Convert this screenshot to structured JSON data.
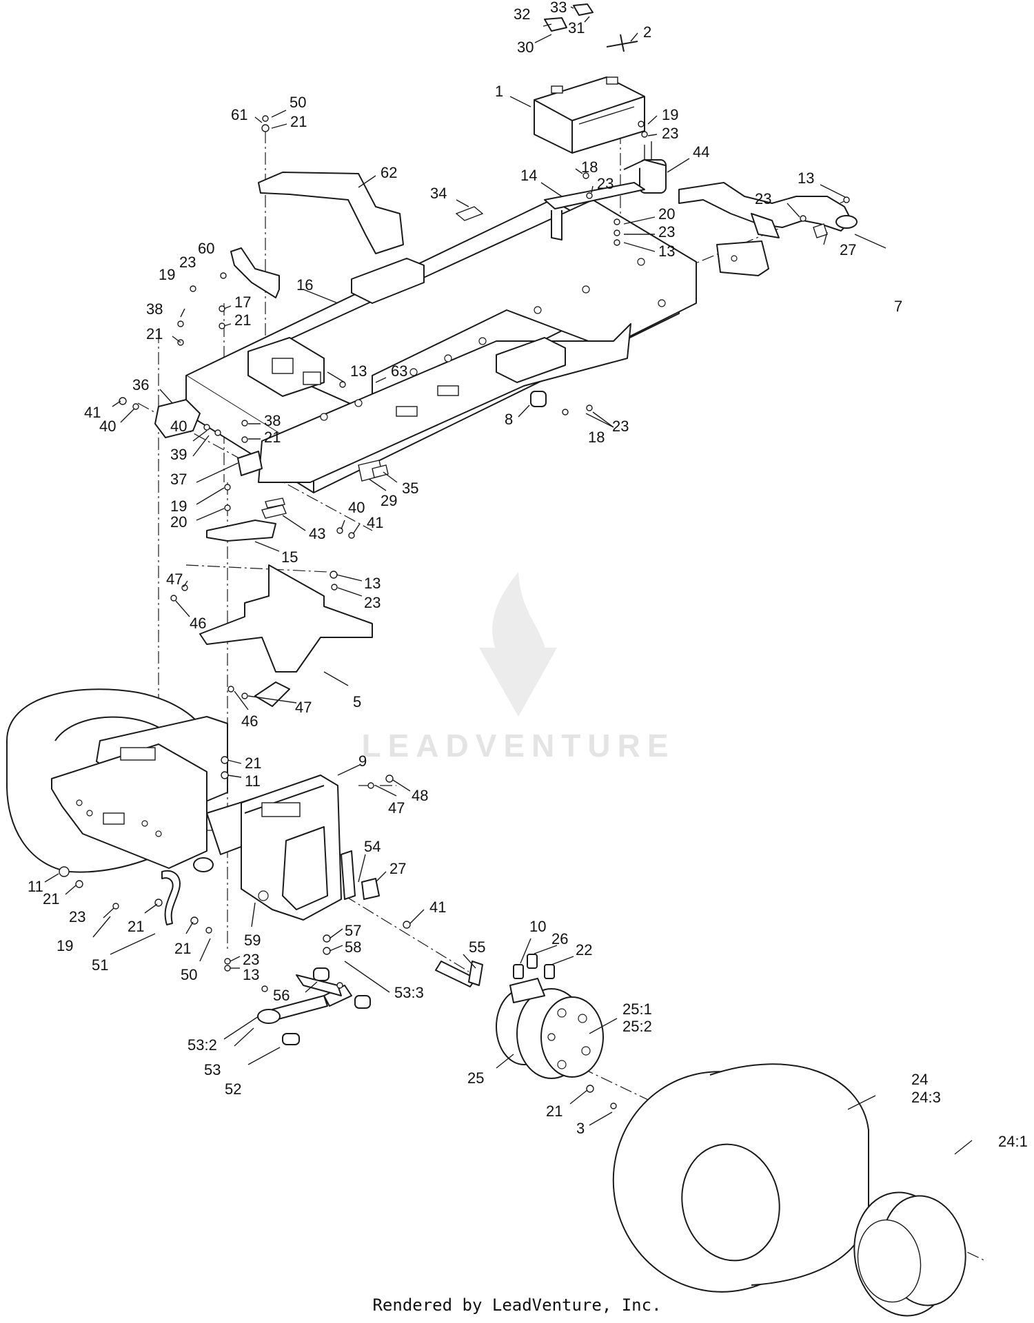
{
  "watermark": {
    "logo_text": "LEADVENTURE"
  },
  "footer": {
    "credit": "Rendered by LeadVenture, Inc."
  },
  "callouts": [
    {
      "id": "c32a",
      "text": "32"
    },
    {
      "id": "c33a",
      "text": "33"
    },
    {
      "id": "c31a",
      "text": "31"
    },
    {
      "id": "c30a",
      "text": "30"
    },
    {
      "id": "c2a",
      "text": "2"
    },
    {
      "id": "c1a",
      "text": "1"
    },
    {
      "id": "c19a",
      "text": "19"
    },
    {
      "id": "c23a",
      "text": "23"
    },
    {
      "id": "c44a",
      "text": "44"
    },
    {
      "id": "c61a",
      "text": "61"
    },
    {
      "id": "c50a",
      "text": "50"
    },
    {
      "id": "c21a",
      "text": "21"
    },
    {
      "id": "c62a",
      "text": "62"
    },
    {
      "id": "c34a",
      "text": "34"
    },
    {
      "id": "c14a",
      "text": "14"
    },
    {
      "id": "c18a",
      "text": "18"
    },
    {
      "id": "c23b",
      "text": "23"
    },
    {
      "id": "c20a",
      "text": "20"
    },
    {
      "id": "c23c",
      "text": "23"
    },
    {
      "id": "c13a",
      "text": "13"
    },
    {
      "id": "c13b",
      "text": "13"
    },
    {
      "id": "c23d",
      "text": "23"
    },
    {
      "id": "c27a",
      "text": "27"
    },
    {
      "id": "c7a",
      "text": "7"
    },
    {
      "id": "c23e",
      "text": "23"
    },
    {
      "id": "c60a",
      "text": "60"
    },
    {
      "id": "c19b",
      "text": "19"
    },
    {
      "id": "c16a",
      "text": "16"
    },
    {
      "id": "c38a",
      "text": "38"
    },
    {
      "id": "c17a",
      "text": "17"
    },
    {
      "id": "c21b",
      "text": "21"
    },
    {
      "id": "c21c",
      "text": "21"
    },
    {
      "id": "c13c",
      "text": "13"
    },
    {
      "id": "c63a",
      "text": "63"
    },
    {
      "id": "c36a",
      "text": "36"
    },
    {
      "id": "c41a",
      "text": "41"
    },
    {
      "id": "c40a",
      "text": "40"
    },
    {
      "id": "c8a",
      "text": "8"
    },
    {
      "id": "c18b",
      "text": "18"
    },
    {
      "id": "c23f",
      "text": "23"
    },
    {
      "id": "c40b",
      "text": "40"
    },
    {
      "id": "c38b",
      "text": "38"
    },
    {
      "id": "c21d",
      "text": "21"
    },
    {
      "id": "c39a",
      "text": "39"
    },
    {
      "id": "c37a",
      "text": "37"
    },
    {
      "id": "c29a",
      "text": "29"
    },
    {
      "id": "c35a",
      "text": "35"
    },
    {
      "id": "c19c",
      "text": "19"
    },
    {
      "id": "c20b",
      "text": "20"
    },
    {
      "id": "c40c",
      "text": "40"
    },
    {
      "id": "c41b",
      "text": "41"
    },
    {
      "id": "c43a",
      "text": "43"
    },
    {
      "id": "c15a",
      "text": "15"
    },
    {
      "id": "c47a",
      "text": "47"
    },
    {
      "id": "c13d",
      "text": "13"
    },
    {
      "id": "c23g",
      "text": "23"
    },
    {
      "id": "c46a",
      "text": "46"
    },
    {
      "id": "c5a",
      "text": "5"
    },
    {
      "id": "c46b",
      "text": "46"
    },
    {
      "id": "c47b",
      "text": "47"
    },
    {
      "id": "c21e",
      "text": "21"
    },
    {
      "id": "c11a",
      "text": "11"
    },
    {
      "id": "c9a",
      "text": "9"
    },
    {
      "id": "c47c",
      "text": "47"
    },
    {
      "id": "c48a",
      "text": "48"
    },
    {
      "id": "c54a",
      "text": "54"
    },
    {
      "id": "c27b",
      "text": "27"
    },
    {
      "id": "c11b",
      "text": "11"
    },
    {
      "id": "c21f",
      "text": "21"
    },
    {
      "id": "c41c",
      "text": "41"
    },
    {
      "id": "c23h",
      "text": "23"
    },
    {
      "id": "c21g",
      "text": "21"
    },
    {
      "id": "c19d",
      "text": "19"
    },
    {
      "id": "c21h",
      "text": "21"
    },
    {
      "id": "c51a",
      "text": "51"
    },
    {
      "id": "c50b",
      "text": "50"
    },
    {
      "id": "c59a",
      "text": "59"
    },
    {
      "id": "c23i",
      "text": "23"
    },
    {
      "id": "c13e",
      "text": "13"
    },
    {
      "id": "c57a",
      "text": "57"
    },
    {
      "id": "c58a",
      "text": "58"
    },
    {
      "id": "c10a",
      "text": "10"
    },
    {
      "id": "c26a",
      "text": "26"
    },
    {
      "id": "c22a",
      "text": "22"
    },
    {
      "id": "c55a",
      "text": "55"
    },
    {
      "id": "c56a",
      "text": "56"
    },
    {
      "id": "c53_3",
      "text": "53:3"
    },
    {
      "id": "c25_1",
      "text": "25:1"
    },
    {
      "id": "c25_2",
      "text": "25:2"
    },
    {
      "id": "c53_2",
      "text": "53:2"
    },
    {
      "id": "c53a",
      "text": "53"
    },
    {
      "id": "c52a",
      "text": "52"
    },
    {
      "id": "c25a",
      "text": "25"
    },
    {
      "id": "c24a",
      "text": "24"
    },
    {
      "id": "c24_3",
      "text": "24:3"
    },
    {
      "id": "c21i",
      "text": "21"
    },
    {
      "id": "c3a",
      "text": "3"
    },
    {
      "id": "c24_1",
      "text": "24:1"
    }
  ]
}
